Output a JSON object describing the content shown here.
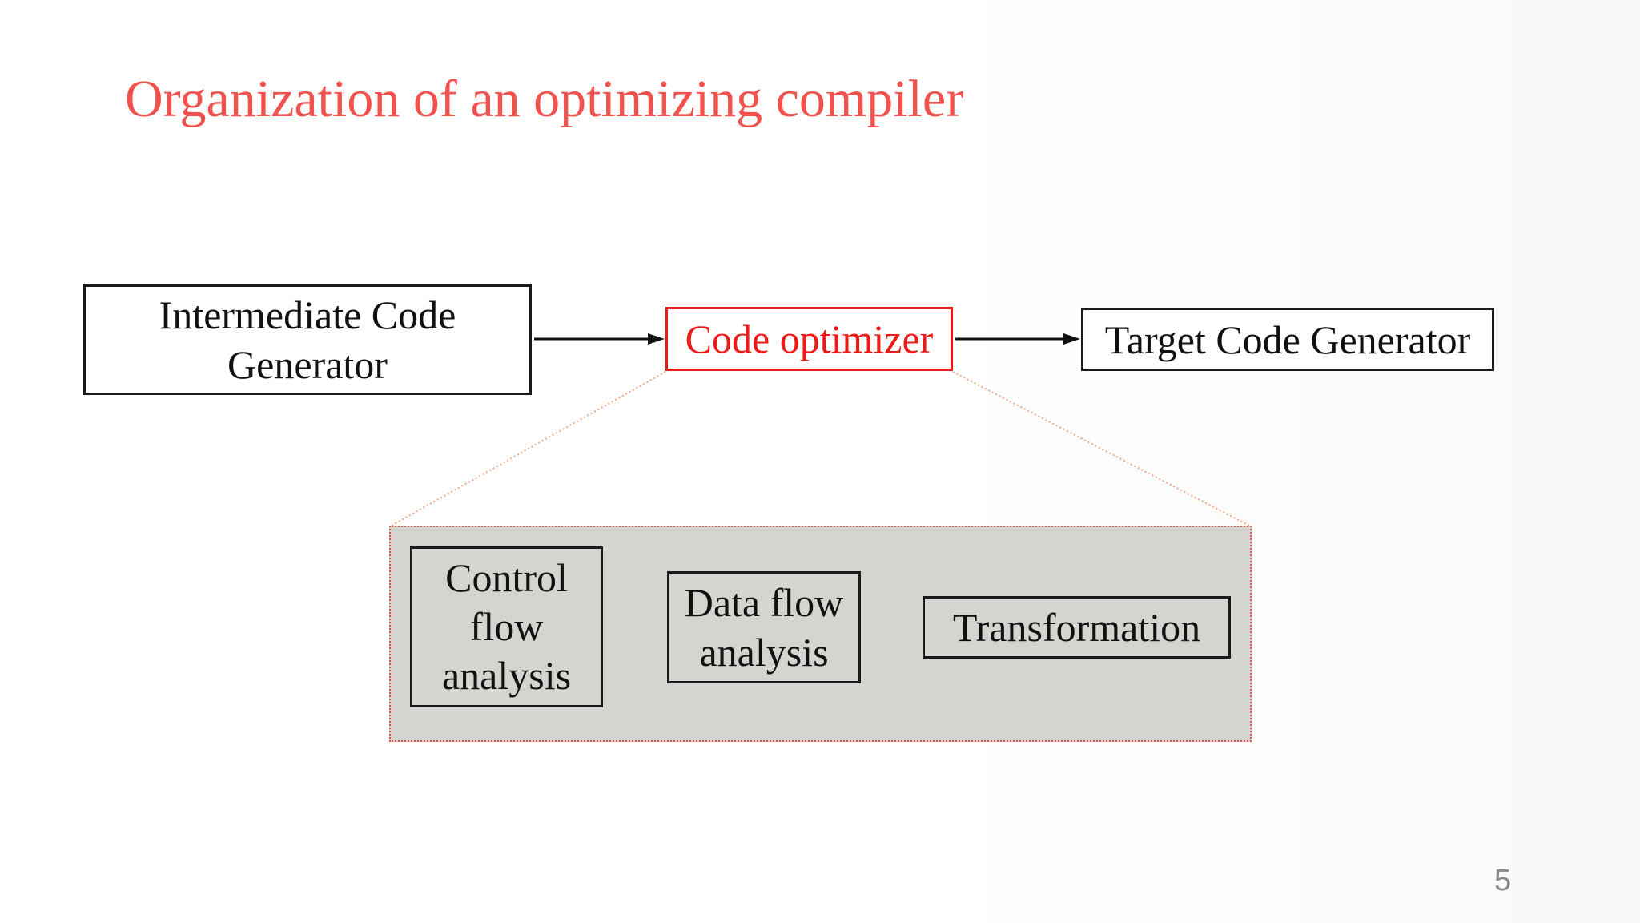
{
  "slide": {
    "title": "Organization of an optimizing compiler",
    "page_number": "5"
  },
  "pipeline": {
    "intermediate": {
      "lines": [
        "Intermediate Code",
        "Generator"
      ]
    },
    "optimizer": {
      "label": "Code optimizer"
    },
    "target": {
      "label": "Target Code Generator"
    }
  },
  "optimizer_detail": {
    "control_flow": {
      "lines": [
        "Control",
        "flow",
        "analysis"
      ]
    },
    "data_flow": {
      "lines": [
        "Data flow",
        "analysis"
      ]
    },
    "transformation": {
      "label": "Transformation"
    }
  },
  "colors": {
    "title_red": "#f2524e",
    "optimizer_red": "#ed1b17",
    "detail_border_red": "#e34f4a",
    "connector_salmon": "#f0aa84",
    "panel_gray": "#d4d4d1",
    "box_border_black": "#1a1a1a",
    "arrow_black": "#111111",
    "page_number_gray": "#8a8a8a",
    "background": "#ffffff"
  }
}
